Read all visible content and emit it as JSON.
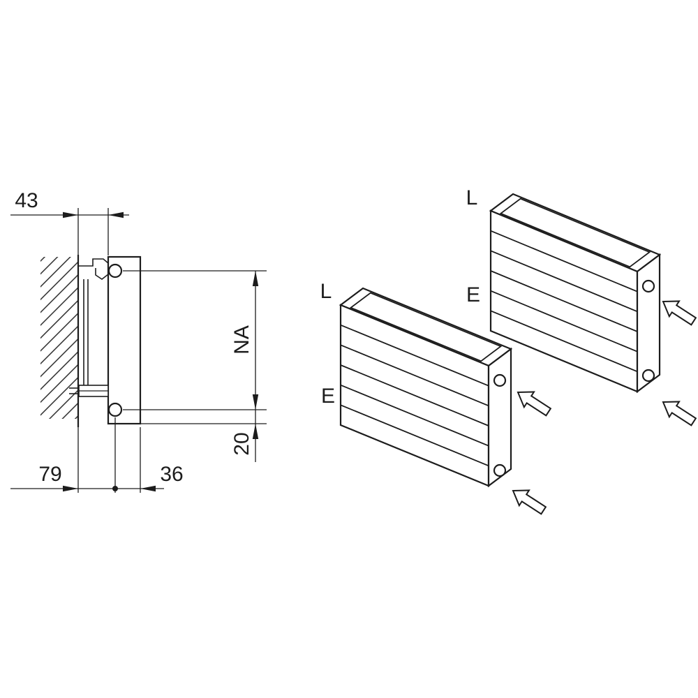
{
  "colors": {
    "background": "#ffffff",
    "line": "#1c1c1c"
  },
  "side_view": {
    "dim_wall_clearance": "43",
    "dim_connection_spacing": "NA",
    "dim_bottom_edge": "20",
    "dim_wall_to_axis": "79",
    "dim_axis_to_front": "36"
  },
  "iso_front": {
    "label_top": "L",
    "label_side": "E"
  },
  "iso_back": {
    "label_top": "L",
    "label_side": "E"
  }
}
